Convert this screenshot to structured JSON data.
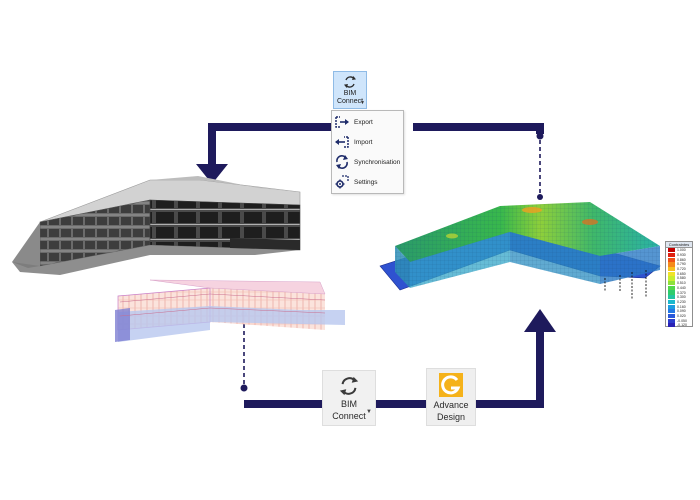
{
  "ribbon_top": {
    "label": "BIM Connect",
    "line1": "BIM",
    "line2": "Connect"
  },
  "menu": {
    "items": [
      {
        "label": "Export",
        "icon": "export-icon"
      },
      {
        "label": "Import",
        "icon": "import-icon"
      },
      {
        "label": "Synchronisation",
        "icon": "synchronisation-icon"
      },
      {
        "label": "Settings",
        "icon": "settings-icon"
      }
    ]
  },
  "bottom_buttons": {
    "bim": {
      "line1": "BIM",
      "line2": "Connect",
      "icon": "bim-connect-icon"
    },
    "advance_design": {
      "line1": "Advance",
      "line2": "Design",
      "icon": "advance-design-logo"
    }
  },
  "legend": {
    "title": "Contraintes",
    "values": [
      "1.000",
      "0.930",
      "0.860",
      "0.790",
      "0.720",
      "0.650",
      "0.580",
      "0.510",
      "0.440",
      "0.370",
      "0.300",
      "0.230",
      "0.160",
      "0.090",
      "0.020",
      "-0.050",
      "-0.120"
    ],
    "colors": [
      "#c40000",
      "#e02010",
      "#f05018",
      "#f58a1c",
      "#f7c020",
      "#f0e42a",
      "#c8ee2e",
      "#8ee23a",
      "#52d84a",
      "#2ecc6c",
      "#22c4a0",
      "#1cb8cc",
      "#1c9ce0",
      "#2478e4",
      "#2a58da",
      "#2c3ccc",
      "#2a22b4"
    ]
  },
  "colors": {
    "arrow": "#1e1a5c",
    "ribbon_selected": "#cfe5fb"
  }
}
